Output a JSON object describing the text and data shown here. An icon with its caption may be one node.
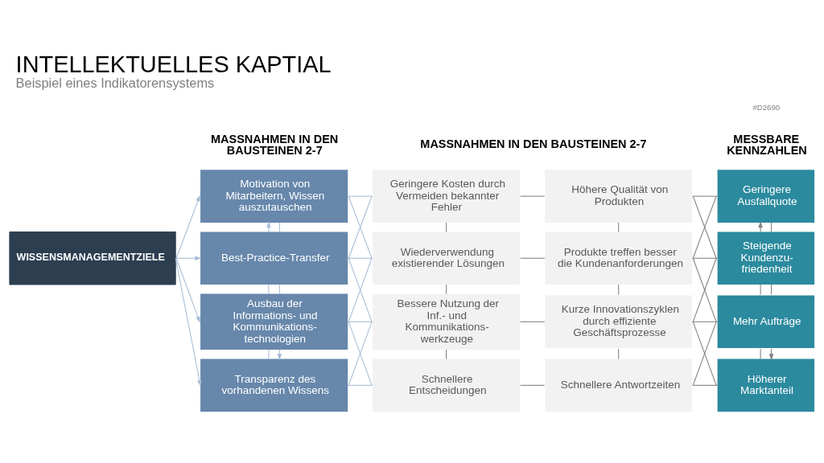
{
  "diagram": {
    "title": "INTELLEKTUELLES KAPTIAL",
    "caption": "Beispiel eines Indikatorensystems",
    "nodes": [
      {
        "text": [
          "WISSENSMANAGEMENTZIELE"
        ]
      },
      {
        "text": [
          "Motivation von Mitarbeitern, Wissen auszutauschen"
        ]
      },
      {
        "text": [
          "Best-Practice-Transfer"
        ]
      },
      {
        "text": [
          "Ausbau der Informations- und Kommunikations- technologien"
        ]
      },
      {
        "text": [
          "Transparenz des vorhandenen Wissens"
        ]
      },
      {
        "text": [
          "Geringere Kosten durch Vermeiden bekannter Fehler"
        ]
      },
      {
        "text": [
          "Wiederverwendung existierender Lösungen"
        ]
      },
      {
        "text": [
          "Bessere Nutzung der Inf.- und Kommunikations- werkzeuge"
        ]
      },
      {
        "text": [
          "Schnellere Entscheidungen"
        ]
      },
      {
        "text": [
          "Höhere Qualität von Produkten"
        ]
      },
      {
        "text": [
          "Produkte treffen besser die Kundenanforderungen"
        ]
      },
      {
        "text": [
          "Kurze Innovationszyklen durch effiziente Geschäftsprozesse"
        ]
      },
      {
        "text": [
          "Schnellere Antwortzeiten"
        ]
      },
      {
        "text": [
          "Geringere Ausfallquote"
        ]
      },
      {
        "text": [
          "Steigende Kundenzu- friedenheit"
        ]
      },
      {
        "text": [
          "Mehr Aufträge"
        ]
      },
      {
        "text": [
          "Höherer Marktanteil"
        ]
      }
    ],
    "edges": [
      {
        "from": 0,
        "to": 1,
        "arrow": "to",
        "color": "#a6bcd6"
      },
      {
        "from": 0,
        "to": 2,
        "arrow": "to",
        "color": "#a6bcd6"
      },
      {
        "from": 0,
        "to": 3,
        "arrow": "to",
        "color": "#a6bcd6"
      },
      {
        "from": 0,
        "to": 4,
        "arrow": "to",
        "color": "#a6bcd6"
      },
      {
        "from": 2,
        "to": 1,
        "arrow": "to",
        "color": "#a6bcd6"
      },
      {
        "from": 1,
        "to": 2,
        "arrow": "none",
        "color": "#a6bcd6"
      },
      {
        "from": 2,
        "to": 3,
        "arrow": "none",
        "color": "#a6bcd6"
      },
      {
        "from": 2,
        "to": 3,
        "arrow": "none",
        "color": "#a6bcd6"
      },
      {
        "from": 3,
        "to": 4,
        "arrow": "none",
        "color": "#a6bcd6"
      },
      {
        "from": 3,
        "to": 4,
        "arrow": "to",
        "color": "#a6bcd6"
      },
      {
        "from": 1,
        "to": 5,
        "arrow": "none",
        "color": "#a6bcd6"
      },
      {
        "from": 1,
        "to": 6,
        "arrow": "none",
        "color": "#a6bcd6"
      },
      {
        "from": 2,
        "to": 5,
        "arrow": "none",
        "color": "#a6bcd6"
      },
      {
        "from": 2,
        "to": 6,
        "arrow": "none",
        "color": "#a6bcd6"
      },
      {
        "from": 2,
        "to": 7,
        "arrow": "none",
        "color": "#a6bcd6"
      },
      {
        "from": 3,
        "to": 6,
        "arrow": "none",
        "color": "#a6bcd6"
      },
      {
        "from": 3,
        "to": 7,
        "arrow": "none",
        "color": "#a6bcd6"
      },
      {
        "from": 3,
        "to": 8,
        "arrow": "none",
        "color": "#a6bcd6"
      },
      {
        "from": 4,
        "to": 7,
        "arrow": "none",
        "color": "#a6bcd6"
      },
      {
        "from": 4,
        "to": 8,
        "arrow": "none",
        "color": "#a6bcd6"
      },
      {
        "from": 5,
        "to": 6,
        "arrow": "none"
      },
      {
        "from": 6,
        "to": 7,
        "arrow": "none"
      },
      {
        "from": 7,
        "to": 8,
        "arrow": "none"
      },
      {
        "from": 5,
        "to": 9,
        "arrow": "none"
      },
      {
        "from": 6,
        "to": 10,
        "arrow": "none"
      },
      {
        "from": 7,
        "to": 11,
        "arrow": "none"
      },
      {
        "from": 8,
        "to": 12,
        "arrow": "none"
      },
      {
        "from": 9,
        "to": 10,
        "arrow": "none"
      },
      {
        "from": 10,
        "to": 11,
        "arrow": "none"
      },
      {
        "from": 11,
        "to": 12,
        "arrow": "none"
      },
      {
        "from": 9,
        "to": 13,
        "arrow": "none"
      },
      {
        "from": 9,
        "to": 14,
        "arrow": "none"
      },
      {
        "from": 10,
        "to": 13,
        "arrow": "none"
      },
      {
        "from": 10,
        "to": 14,
        "arrow": "none"
      },
      {
        "from": 10,
        "to": 15,
        "arrow": "none"
      },
      {
        "from": 11,
        "to": 14,
        "arrow": "none"
      },
      {
        "from": 11,
        "to": 15,
        "arrow": "none"
      },
      {
        "from": 11,
        "to": 16,
        "arrow": "none"
      },
      {
        "from": 12,
        "to": 15,
        "arrow": "none"
      },
      {
        "from": 12,
        "to": 16,
        "arrow": "none"
      },
      {
        "from": 14,
        "to": 13,
        "arrow": "to"
      },
      {
        "from": 13,
        "to": 14,
        "arrow": "none"
      },
      {
        "from": 14,
        "to": 15,
        "arrow": "none"
      },
      {
        "from": 14,
        "to": 15,
        "arrow": "none"
      },
      {
        "from": 15,
        "to": 16,
        "arrow": "none"
      },
      {
        "from": 15,
        "to": 16,
        "arrow": "to"
      }
    ],
    "labels": [
      "#D2690",
      "MASSNAHMEN IN DEN BAUSTEINEN 2-7",
      "MASSNAHMEN IN DEN BAUSTEINEN 2-7",
      "MESSBARE KENNZAHLEN"
    ]
  }
}
